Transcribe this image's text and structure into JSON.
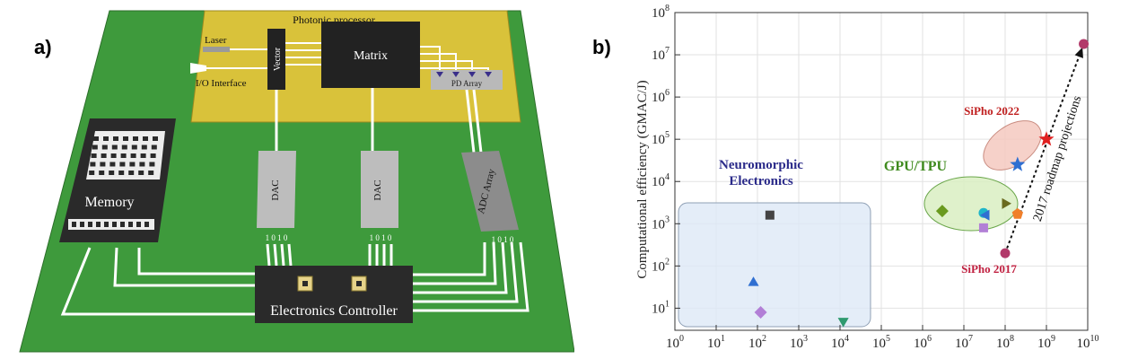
{
  "panel_a": {
    "label": "a)",
    "photonic_processor": "Photonic processor",
    "laser": "Laser",
    "io_interface": "I/O Interface",
    "vector": "Vector",
    "matrix": "Matrix",
    "pd_array": "PD Array",
    "dac1": "DAC",
    "dac2": "DAC",
    "adc_array": "ADC Array",
    "bits": "1 0 1 0",
    "memory": "Memory",
    "electronics_controller": "Electronics Controller",
    "colors": {
      "board": "#3e9a3c",
      "processor": "#d9c23a",
      "chip": "#2a2a2a",
      "converter": "#bdbdbd",
      "adc": "#8c8c8c"
    }
  },
  "panel_b": {
    "label": "b)",
    "annotations": {
      "neuromorphic_line1": "Neuromorphic",
      "neuromorphic_line2": "Electronics",
      "gpu_tpu": "GPU/TPU",
      "sipho_2022": "SiPho 2022",
      "sipho_2017": "SiPho 2017",
      "roadmap": "2017 roadmap projections"
    }
  },
  "chart_data": {
    "type": "scatter",
    "title": "",
    "xlabel": "",
    "ylabel": "Computational efficiency (GMAC/J)",
    "xscale": "log",
    "yscale": "log",
    "xlim": [
      1,
      10000000000
    ],
    "ylim": [
      3,
      100000000
    ],
    "x_tick_labels": [
      "10^0",
      "10^1",
      "10^2",
      "10^3",
      "10^4",
      "10^5",
      "10^6",
      "10^7",
      "10^8",
      "10^9",
      "10^10"
    ],
    "y_tick_labels": [
      "10^1",
      "10^2",
      "10^3",
      "10^4",
      "10^5",
      "10^6",
      "10^7",
      "10^8"
    ],
    "grid": true,
    "points": [
      {
        "x": 200,
        "y": 1600,
        "marker": "square",
        "color": "#444444"
      },
      {
        "x": 80,
        "y": 40,
        "marker": "triangle-up",
        "color": "#2f6fd1"
      },
      {
        "x": 120,
        "y": 8,
        "marker": "diamond",
        "color": "#b27fd6"
      },
      {
        "x": 12000,
        "y": 5,
        "marker": "triangle-down",
        "color": "#2f9a6f"
      },
      {
        "x": 3000000,
        "y": 2000,
        "marker": "diamond",
        "color": "#6a9a1f"
      },
      {
        "x": 30000000,
        "y": 1800,
        "marker": "circle",
        "color": "#1fb5c9"
      },
      {
        "x": 35000000,
        "y": 1600,
        "marker": "triangle-left",
        "color": "#2f6fd1"
      },
      {
        "x": 30000000,
        "y": 800,
        "marker": "square",
        "color": "#b27fd6"
      },
      {
        "x": 100000000,
        "y": 3000,
        "marker": "triangle-right",
        "color": "#6a6a1f"
      },
      {
        "x": 200000000,
        "y": 1700,
        "marker": "pentagon",
        "color": "#f07f2a"
      },
      {
        "x": 200000000,
        "y": 25000,
        "marker": "star",
        "color": "#2f6fd1"
      },
      {
        "x": 1000000000,
        "y": 100000,
        "marker": "star",
        "color": "#e02020"
      },
      {
        "x": 100000000,
        "y": 200,
        "marker": "circle",
        "color": "#b23a6a"
      },
      {
        "x": 8000000000,
        "y": 18000000,
        "marker": "circle",
        "color": "#b23a6a"
      }
    ],
    "roadmap_line": {
      "from": [
        100000000,
        200
      ],
      "to": [
        8000000000,
        18000000
      ]
    }
  }
}
